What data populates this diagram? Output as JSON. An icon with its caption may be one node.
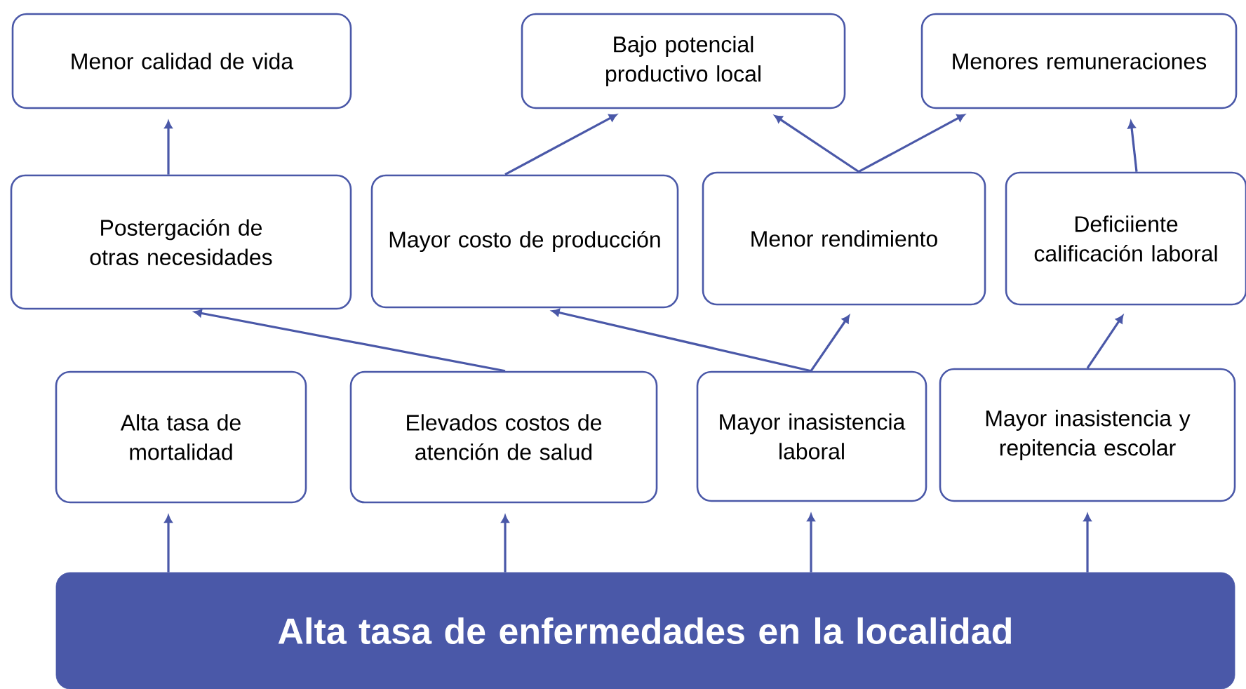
{
  "diagram": {
    "nodes": [
      {
        "text": [
          "Menor calidad de vida"
        ]
      },
      {
        "text": [
          "Bajo potencial productivo local"
        ]
      },
      {
        "text": [
          "Menores remuneraciones"
        ]
      },
      {
        "text": [
          "Postergación de otras necesidades"
        ]
      },
      {
        "text": [
          "Mayor costo de producción"
        ]
      },
      {
        "text": [
          "Menor rendimiento"
        ]
      },
      {
        "text": [
          "Deficiiente calificación laboral"
        ]
      },
      {
        "text": [
          "Alta tasa de mortalidad"
        ]
      },
      {
        "text": [
          "Elevados costos de atención de salud"
        ]
      },
      {
        "text": [
          "Mayor inasistencia laboral"
        ]
      },
      {
        "text": [
          "Mayor inasistencia y repitencia escolar"
        ]
      },
      {
        "text": [
          "Alta tasa de enfermedades en la localidad"
        ]
      }
    ],
    "edges": [
      {
        "from": 11,
        "to": 7,
        "arrow": "to"
      },
      {
        "from": 11,
        "to": 8,
        "arrow": "to"
      },
      {
        "from": 11,
        "to": 9,
        "arrow": "to"
      },
      {
        "from": 11,
        "to": 10,
        "arrow": "to"
      },
      {
        "from": 8,
        "to": 3,
        "arrow": "to"
      },
      {
        "from": 9,
        "to": 4,
        "arrow": "to"
      },
      {
        "from": 9,
        "to": 5,
        "arrow": "to"
      },
      {
        "from": 10,
        "to": 6,
        "arrow": "to"
      },
      {
        "from": 3,
        "to": 0,
        "arrow": "to"
      },
      {
        "from": 4,
        "to": 1,
        "arrow": "to"
      },
      {
        "from": 5,
        "to": 1,
        "arrow": "to"
      },
      {
        "from": 5,
        "to": 2,
        "arrow": "to"
      },
      {
        "from": 6,
        "to": 2,
        "arrow": "to"
      }
    ]
  }
}
